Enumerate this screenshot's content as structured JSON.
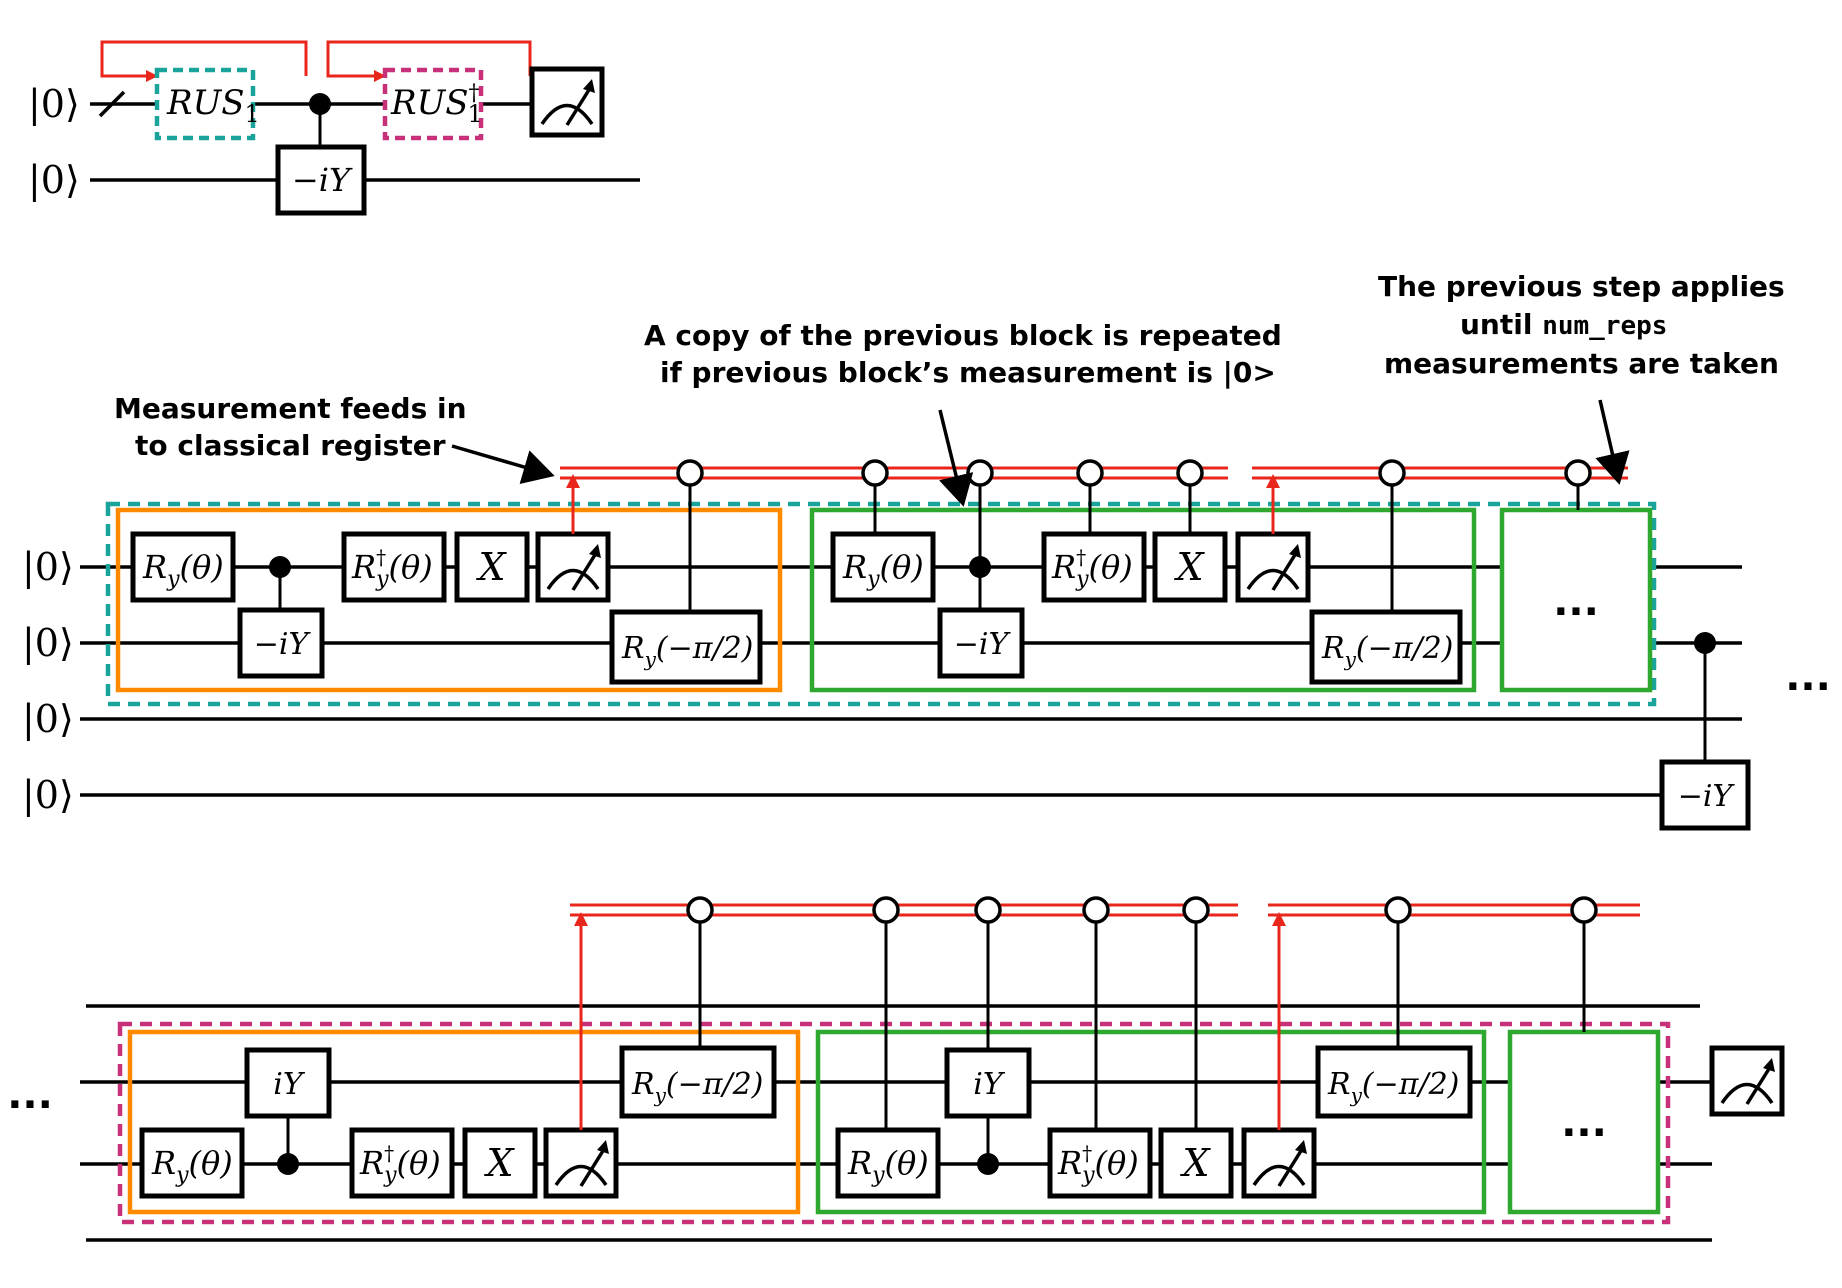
{
  "colors": {
    "teal": "#1aa39a",
    "magenta": "#c8307a",
    "orange": "#ff8a00",
    "green": "#2ea82e",
    "red": "#e8261b",
    "black": "#000000"
  },
  "top": {
    "ket1": "|0⟩",
    "ket2": "|0⟩",
    "rus_main": "RUS",
    "rus_sub": "1",
    "rusdag_main": "RUS",
    "rusdag_sup": "†",
    "rusdag_sub": "1",
    "miy": "−iY"
  },
  "mid": {
    "kets": [
      "|0⟩",
      "|0⟩",
      "|0⟩",
      "|0⟩"
    ],
    "ry_theta": "R",
    "ry_theta_sub": "y",
    "ry_theta_arg": "(θ)",
    "ry_dag_sup": "†",
    "x": "X",
    "miy": "−iY",
    "ry_mpi_arg": "(−π/2)",
    "ellipsis_box": "...",
    "ellipsis_end": "...",
    "note_measure_l1": "Measurement feeds in",
    "note_measure_l2": "to classical register",
    "note_copy_l1": "A copy of the previous block is repeated",
    "note_copy_l2": "if previous block’s measurement is |0>",
    "note_prev_l1": "The previous step applies",
    "note_prev_l2a": "until ",
    "note_prev_l2code": "num_reps",
    "note_prev_l3": "measurements are taken"
  },
  "bot": {
    "ellipsis_start": "...",
    "iy": "iY",
    "ellipsis_box": "..."
  }
}
